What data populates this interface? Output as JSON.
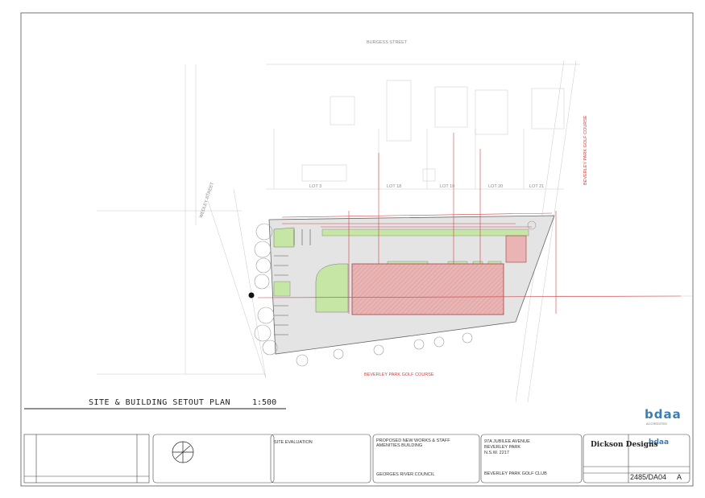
{
  "streets": {
    "top": "BURGESS STREET",
    "left": "WEDLEY STREET",
    "right": "BEVERLEY PARK GOLF COURSE",
    "bottom": "BEVERLEY PARK GOLF COURSE"
  },
  "lots": [
    "LOT 3",
    "LOT 18",
    "LOT 19",
    "LOT 20",
    "LOT 21"
  ],
  "drawing": {
    "title": "SITE & BUILDING SETOUT PLAN",
    "scale": "1:500"
  },
  "title_block": {
    "status": "SITE EVALUATION",
    "project": "PROPOSED NEW WORKS & STAFF AMENITIES BUILDING",
    "client": "GEORGES RIVER COUNCIL",
    "address_line1": "97A JUBILEE AVENUE",
    "address_line2": "BEVERLEY PARK",
    "address_line3": "N.S.W. 2217",
    "site_name": "BEVERLEY PARK GOLF CLUB",
    "drawing_number": "2485/DA04",
    "revision": "A",
    "firm": "Dickson Designs",
    "accreditation": "bdaa",
    "accreditation_sub": "ACCREDITED"
  },
  "colors": {
    "building_fill": "#e8b4b4",
    "building_hatch": "#d08080",
    "landscape_fill": "#c6e6a6",
    "site_fill": "#e4e4e4",
    "line": "#9a9a9a",
    "setout": "#d04040",
    "accent": "#3a7fb2"
  }
}
